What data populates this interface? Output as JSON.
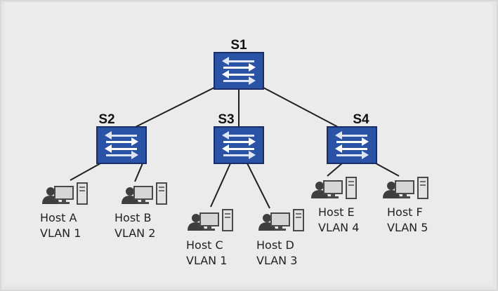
{
  "switches": [
    {
      "id": "s1",
      "label": "S1"
    },
    {
      "id": "s2",
      "label": "S2"
    },
    {
      "id": "s3",
      "label": "S3"
    },
    {
      "id": "s4",
      "label": "S4"
    }
  ],
  "hosts": [
    {
      "id": "a",
      "name": "Host A",
      "vlan": "VLAN 1"
    },
    {
      "id": "b",
      "name": "Host B",
      "vlan": "VLAN 2"
    },
    {
      "id": "c",
      "name": "Host C",
      "vlan": "VLAN 1"
    },
    {
      "id": "d",
      "name": "Host D",
      "vlan": "VLAN 3"
    },
    {
      "id": "e",
      "name": "Host E",
      "vlan": "VLAN 4"
    },
    {
      "id": "f",
      "name": "Host F",
      "vlan": "VLAN 5"
    }
  ],
  "links": [
    [
      "s1",
      "s2"
    ],
    [
      "s1",
      "s3"
    ],
    [
      "s1",
      "s4"
    ],
    [
      "s2",
      "a"
    ],
    [
      "s2",
      "b"
    ],
    [
      "s3",
      "c"
    ],
    [
      "s3",
      "d"
    ],
    [
      "s4",
      "e"
    ],
    [
      "s4",
      "f"
    ]
  ],
  "colors": {
    "switch_fill": "#2a53a6",
    "switch_border": "#1a2d66",
    "link": "#1f1f1f",
    "icon_gray": "#4a4a4a",
    "icon_light": "#d4d4d4"
  },
  "icons": {
    "switch": "switch-icon",
    "host": "workstation-icon"
  }
}
